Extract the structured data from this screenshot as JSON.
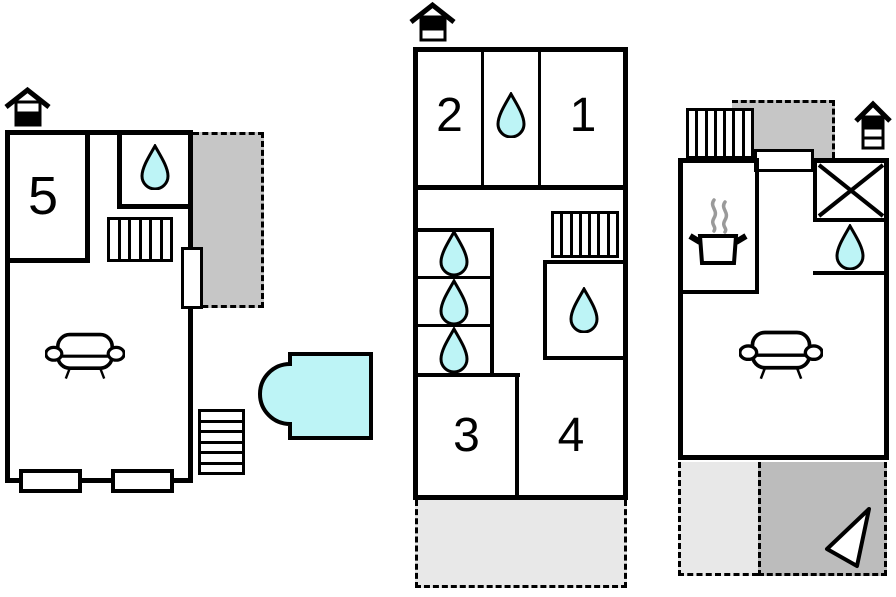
{
  "title": "Holiday home floor plan, three levels",
  "colors": {
    "wall": "#000000",
    "water": "#bdf4f6",
    "terrace_gray": "#c6c6c6",
    "terrace_light": "#e8e8e8",
    "terrace_dark": "#bcbcbc",
    "steam": "#9a9a9a",
    "background": "#ffffff"
  },
  "buildings": {
    "left": {
      "name": "ground-floor-plan",
      "room_labels": {
        "r5": "5"
      },
      "features": [
        "bathroom-water-drop",
        "interior-stairs",
        "door",
        "sofa",
        "two-windows",
        "exterior-stairs",
        "terrace",
        "plunge-pool"
      ]
    },
    "middle": {
      "name": "upper-floor-plan",
      "room_labels": {
        "r2": "2",
        "r1": "1",
        "r3": "3",
        "r4": "4"
      },
      "features": [
        "three-water-drop-rooms",
        "bathroom-water-drop",
        "stairs",
        "terrace"
      ]
    },
    "right": {
      "name": "top-floor-plan",
      "room_labels": {},
      "features": [
        "kitchen-pot",
        "crossed-box-fixture",
        "bathroom-water-drop",
        "sofa",
        "exterior-stairs",
        "balcony",
        "two-terraces",
        "direction-arrow"
      ]
    }
  },
  "icons": {
    "water_drop": "water-drop",
    "pool": "plunge-pool",
    "sofa": "sofa",
    "stairs": "stairs",
    "cooking_pot": "cooking-pot-with-steam",
    "crossed_box": "crossed-box-fixture",
    "window": "window",
    "door": "door-opening",
    "floor_indicator_left": "house-section-lower-level",
    "floor_indicator_middle": "house-section-upper-level",
    "floor_indicator_right": "house-section-top-level",
    "direction_arrow": "triangle-arrow"
  }
}
